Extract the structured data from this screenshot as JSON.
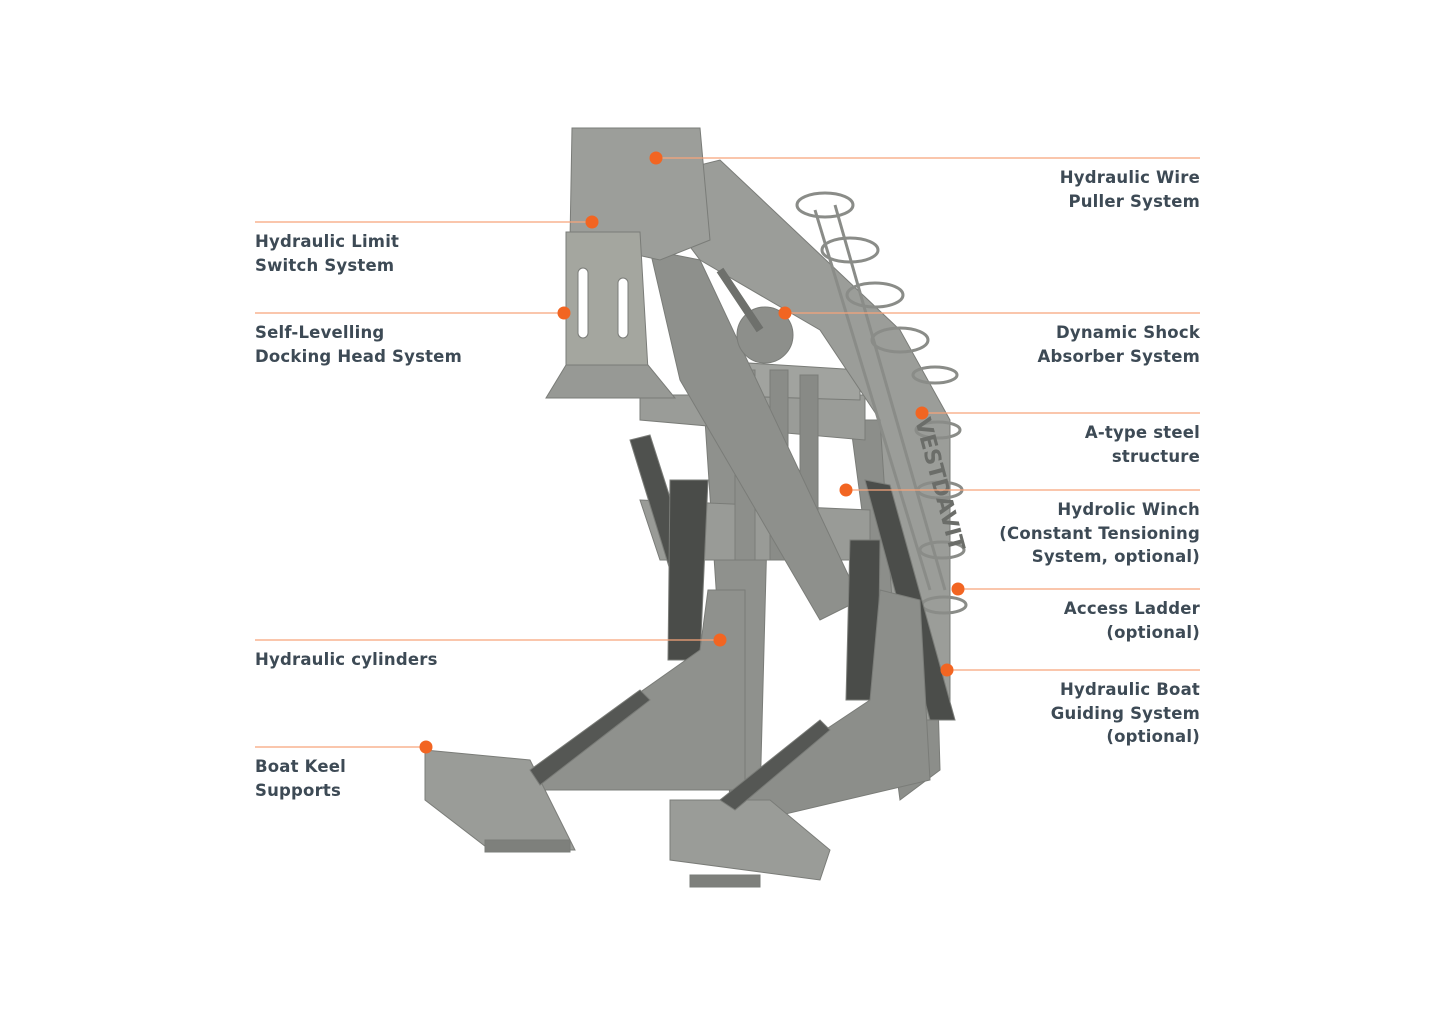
{
  "colors": {
    "accent": "#f26522",
    "leader": "#f7a47a",
    "text": "#3d4a55",
    "steel": "#8b8d89"
  },
  "callouts": [
    {
      "id": "wire-puller",
      "side": "right",
      "lines": [
        "Hydraulic Wire",
        "Puller System"
      ]
    },
    {
      "id": "limit-switch",
      "side": "left",
      "lines": [
        "Hydraulic Limit",
        "Switch System"
      ]
    },
    {
      "id": "docking-head",
      "side": "left",
      "lines": [
        "Self-Levelling",
        "Docking Head System"
      ]
    },
    {
      "id": "shock-absorber",
      "side": "right",
      "lines": [
        "Dynamic Shock",
        "Absorber System"
      ]
    },
    {
      "id": "steel-structure",
      "side": "right",
      "lines": [
        "A-type steel",
        "structure"
      ]
    },
    {
      "id": "winch",
      "side": "right",
      "lines": [
        "Hydrolic Winch",
        "(Constant Tensioning",
        "System, optional)"
      ]
    },
    {
      "id": "ladder",
      "side": "right",
      "lines": [
        "Access Ladder",
        "(optional)"
      ]
    },
    {
      "id": "cylinders",
      "side": "left",
      "lines": [
        "Hydraulic cylinders"
      ]
    },
    {
      "id": "boat-guiding",
      "side": "right",
      "lines": [
        "Hydraulic Boat",
        "Guiding System",
        "(optional)"
      ]
    },
    {
      "id": "keel-supports",
      "side": "left",
      "lines": [
        "Boat Keel",
        "Supports"
      ]
    }
  ],
  "logo_text": "VESTDAVIT"
}
